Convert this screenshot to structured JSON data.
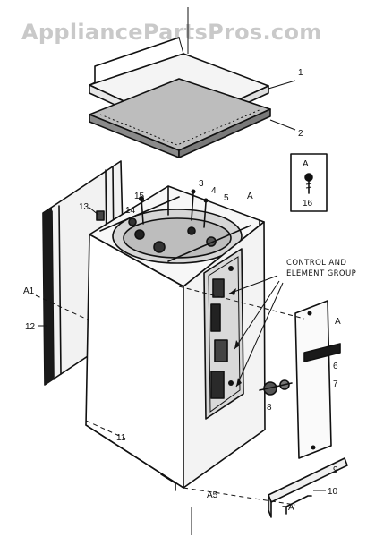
{
  "watermark": "AppliancePartsPros.com",
  "callouts": {
    "c1": "1",
    "c2": "2",
    "c3": "3",
    "c4": "4",
    "c5": "5",
    "c6": "6",
    "c7": "7",
    "c8": "8",
    "c9": "9",
    "c10": "10",
    "c11": "11",
    "c12": "12",
    "c13": "13",
    "c14": "14",
    "c15": "15",
    "inset_letter": "A",
    "inset_number": "16",
    "ref_a_top": "A",
    "ref_a_panel": "A",
    "ref_a_bottom": "A",
    "ref_a1": "A1",
    "ref_a5": "A5"
  },
  "group_label": {
    "line1": "CONTROL AND",
    "line2": "ELEMENT GROUP"
  },
  "colors": {
    "ink": "#111111",
    "watermark": "#c9c9c9",
    "background": "#ffffff"
  }
}
